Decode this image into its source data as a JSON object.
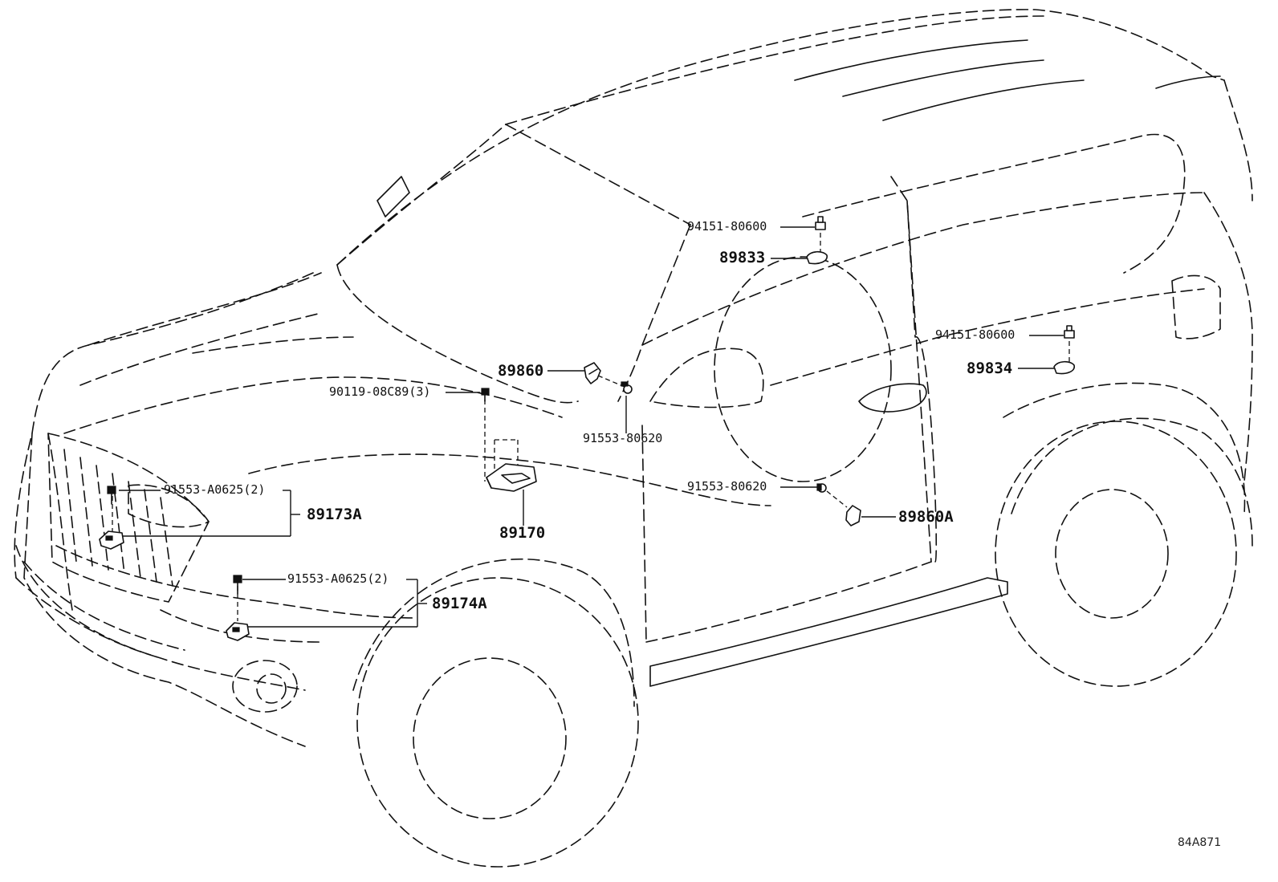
{
  "diagram": {
    "diagram_code": "84A871",
    "labels": {
      "bolt_94151_upper": "94151-80600",
      "sensor_89833": "89833",
      "bolt_94151_lower": "94151-80600",
      "sensor_89834": "89834",
      "sensor_89860": "89860",
      "bolt_90119": "90119-08C89(3)",
      "bolt_91553_80620_upper": "91553-80620",
      "bolt_91553_80620_lower": "91553-80620",
      "sensor_89860A": "89860A",
      "ecu_89170": "89170",
      "bolt_91553_a0625_upper": "91553-A0625(2)",
      "sensor_89173A": "89173A",
      "bolt_91553_a0625_lower": "91553-A0625(2)",
      "sensor_89174A": "89174A"
    }
  }
}
